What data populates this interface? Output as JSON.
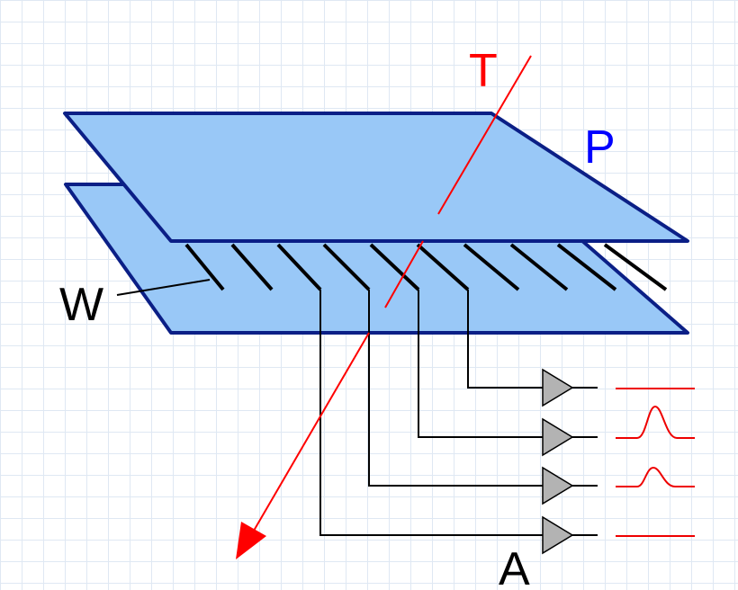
{
  "labels": {
    "track": "T",
    "plate": "P",
    "wire": "W",
    "amplifier": "A"
  },
  "colors": {
    "plate_fill": "#99c8f7",
    "plate_edge": "#0b1f86",
    "track_line": "#ff0000",
    "signal_trace": "#e00000",
    "amplifier_fill": "#b3b3b3",
    "label_blue": "#0000ff",
    "label_red": "#ff0000",
    "label_black": "#000000"
  },
  "icons": {
    "amplifier": "triangle-amplifier-icon",
    "arrow": "arrowhead-icon"
  }
}
